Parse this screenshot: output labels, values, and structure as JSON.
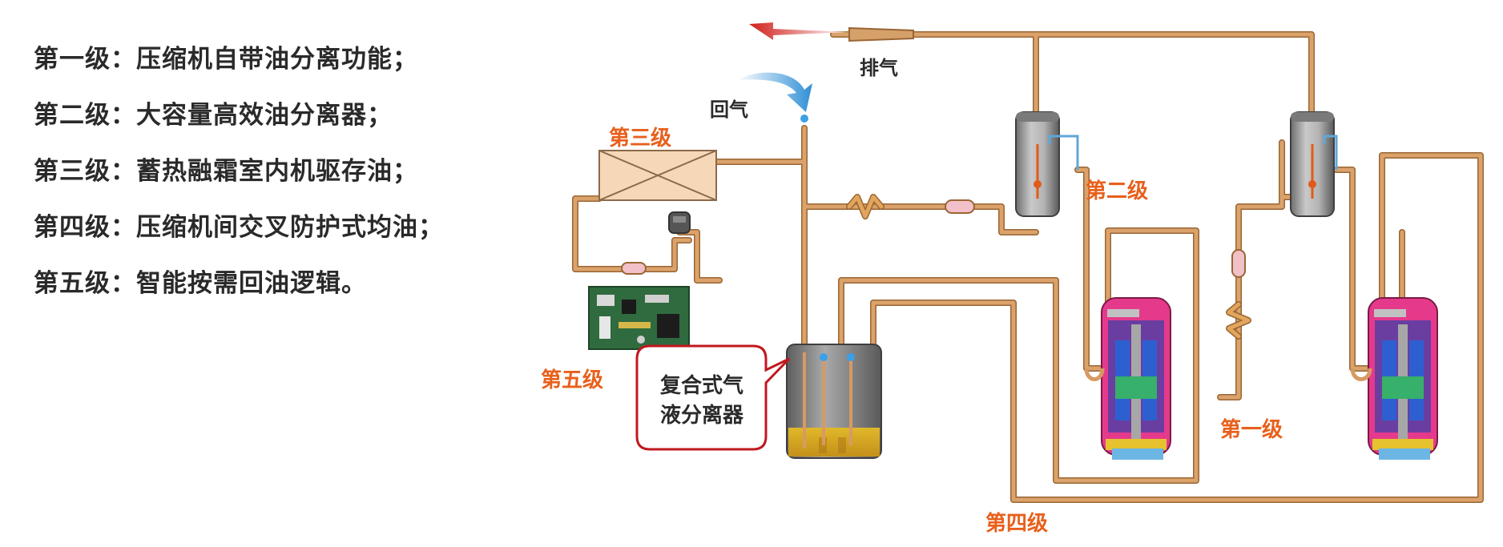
{
  "legend": [
    {
      "level": "第一级：",
      "text": "压缩机自带油分离功能；"
    },
    {
      "level": "第二级：",
      "text": "大容量高效油分离器；"
    },
    {
      "level": "第三级：",
      "text": "蓄热融霜室内机驱存油；"
    },
    {
      "level": "第四级：",
      "text": "压缩机间交叉防护式均油；"
    },
    {
      "level": "第五级：",
      "text": "智能按需回油逻辑。"
    }
  ],
  "diagram": {
    "discharge_label": "排气",
    "return_label": "回气",
    "stage1_label": "第一级",
    "stage2_label": "第二级",
    "stage3_label": "第三级",
    "stage4_label": "第四级",
    "stage5_label": "第五级",
    "separator_line1": "复合式气",
    "separator_line2": "液分离器"
  },
  "colors": {
    "pipe": "#d79a63",
    "pipe_outline": "#9a6634",
    "orange_label": "#e8601c",
    "arrow_red": "#cc1d1d",
    "arrow_blue": "#2f8fd6",
    "text_dark": "#2a2a2a"
  },
  "icons": [
    "discharge-arrow-icon",
    "return-arrow-icon",
    "oil-separator-icon",
    "compressor-icon",
    "control-board-icon",
    "heat-exchanger-icon",
    "valve-icon"
  ]
}
